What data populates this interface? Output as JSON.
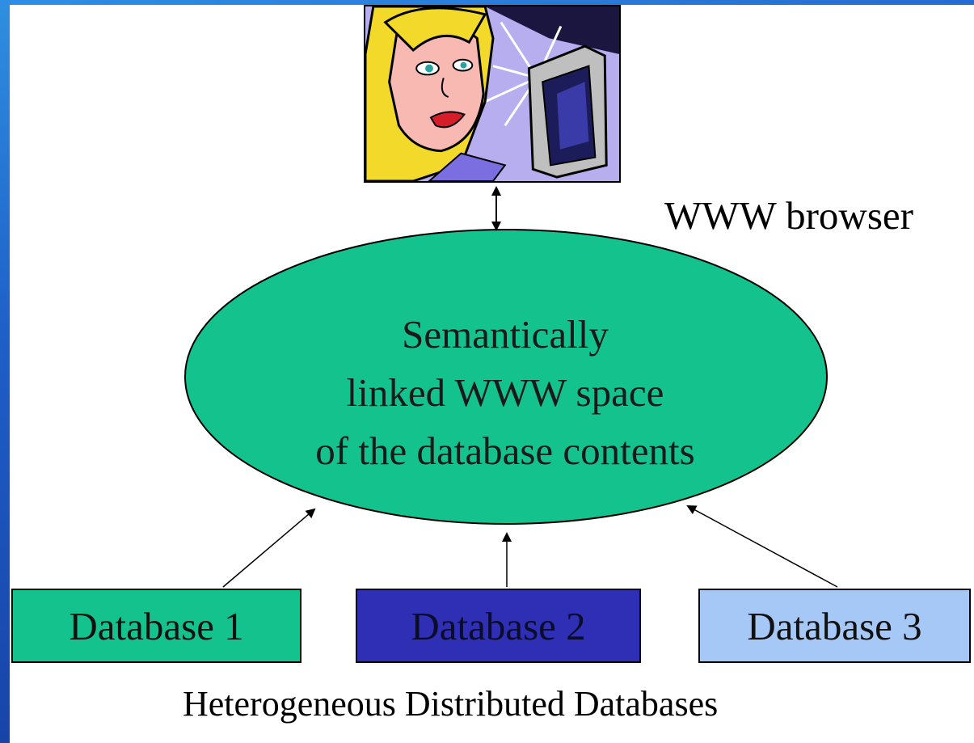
{
  "browser_label": "WWW browser",
  "central_node": {
    "lines": [
      "Semantically",
      "linked WWW space",
      "of the database contents"
    ],
    "color": "#14c28e"
  },
  "databases": [
    {
      "label": "Database 1",
      "color": "#14c28e"
    },
    {
      "label": "Database 2",
      "color": "#2e2fb4"
    },
    {
      "label": "Database 3",
      "color": "#a5c8f6"
    }
  ],
  "footer_label": "Heterogeneous Distributed Databases",
  "picture_icon": "woman-at-computer-illustration"
}
